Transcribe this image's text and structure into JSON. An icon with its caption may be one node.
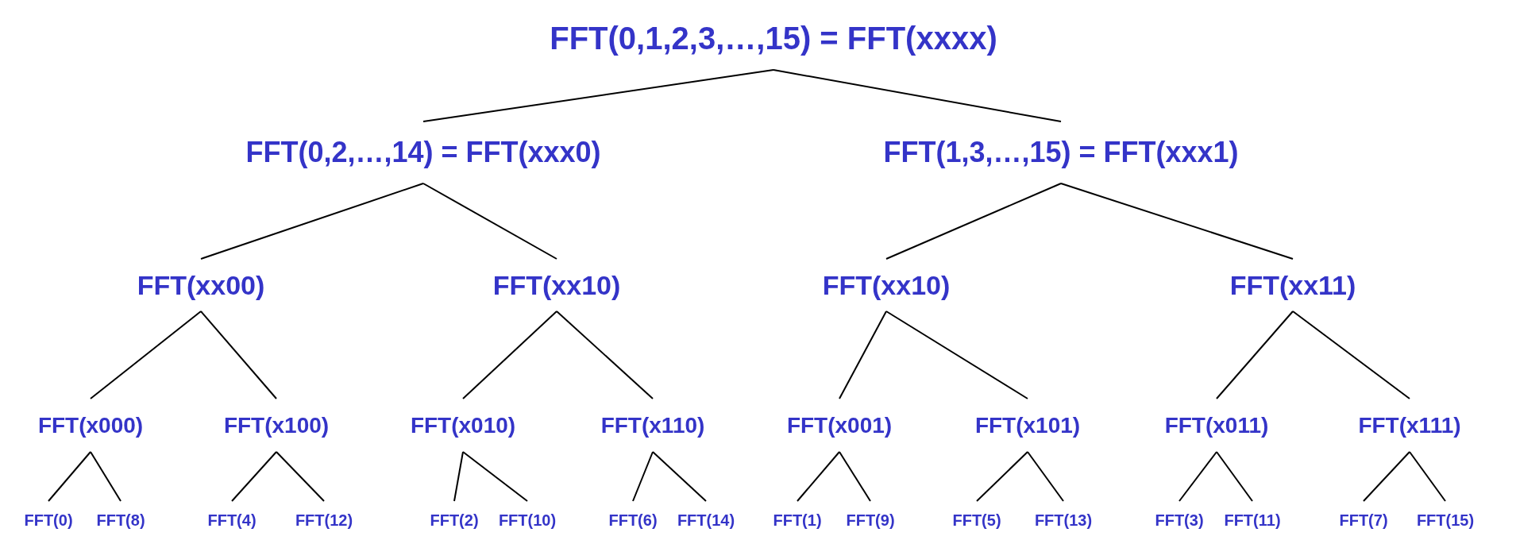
{
  "diagram": {
    "nodes": [
      {
        "text": [
          "FFT(0,1,2,3,…,15) = FFT(xxxx)"
        ]
      },
      {
        "text": [
          "FFT(0,2,…,14) = FFT(xxx0)"
        ]
      },
      {
        "text": [
          "FFT(1,3,…,15) = FFT(xxx1)"
        ]
      },
      {
        "text": [
          "FFT(xx00)"
        ]
      },
      {
        "text": [
          "FFT(xx10)"
        ]
      },
      {
        "text": [
          "FFT(xx10)"
        ]
      },
      {
        "text": [
          "FFT(xx11)"
        ]
      },
      {
        "text": [
          "FFT(x000)"
        ]
      },
      {
        "text": [
          "FFT(x100)"
        ]
      },
      {
        "text": [
          "FFT(x010)"
        ]
      },
      {
        "text": [
          "FFT(x110)"
        ]
      },
      {
        "text": [
          "FFT(x001)"
        ]
      },
      {
        "text": [
          "FFT(x101)"
        ]
      },
      {
        "text": [
          "FFT(x011)"
        ]
      },
      {
        "text": [
          "FFT(x111)"
        ]
      },
      {
        "text": [
          "FFT(0)"
        ]
      },
      {
        "text": [
          "FFT(8)"
        ]
      },
      {
        "text": [
          "FFT(4)"
        ]
      },
      {
        "text": [
          "FFT(12)"
        ]
      },
      {
        "text": [
          "FFT(2)"
        ]
      },
      {
        "text": [
          "FFT(10)"
        ]
      },
      {
        "text": [
          "FFT(6)"
        ]
      },
      {
        "text": [
          "FFT(14)"
        ]
      },
      {
        "text": [
          "FFT(1)"
        ]
      },
      {
        "text": [
          "FFT(9)"
        ]
      },
      {
        "text": [
          "FFT(5)"
        ]
      },
      {
        "text": [
          "FFT(13)"
        ]
      },
      {
        "text": [
          "FFT(3)"
        ]
      },
      {
        "text": [
          "FFT(11)"
        ]
      },
      {
        "text": [
          "FFT(7)"
        ]
      },
      {
        "text": [
          "FFT(15)"
        ]
      }
    ],
    "edges": [
      {
        "from": 0,
        "to": 1,
        "arrow": "none"
      },
      {
        "from": 0,
        "to": 2,
        "arrow": "none"
      },
      {
        "from": 1,
        "to": 3,
        "arrow": "none"
      },
      {
        "from": 1,
        "to": 4,
        "arrow": "none"
      },
      {
        "from": 2,
        "to": 5,
        "arrow": "none"
      },
      {
        "from": 2,
        "to": 6,
        "arrow": "none"
      },
      {
        "from": 3,
        "to": 7,
        "arrow": "none"
      },
      {
        "from": 3,
        "to": 8,
        "arrow": "none"
      },
      {
        "from": 4,
        "to": 9,
        "arrow": "none"
      },
      {
        "from": 4,
        "to": 10,
        "arrow": "none"
      },
      {
        "from": 5,
        "to": 11,
        "arrow": "none"
      },
      {
        "from": 5,
        "to": 12,
        "arrow": "none"
      },
      {
        "from": 6,
        "to": 13,
        "arrow": "none"
      },
      {
        "from": 6,
        "to": 14,
        "arrow": "none"
      },
      {
        "from": 7,
        "to": 15,
        "arrow": "none"
      },
      {
        "from": 7,
        "to": 16,
        "arrow": "none"
      },
      {
        "from": 8,
        "to": 17,
        "arrow": "none"
      },
      {
        "from": 8,
        "to": 18,
        "arrow": "none"
      },
      {
        "from": 9,
        "to": 19,
        "arrow": "none"
      },
      {
        "from": 9,
        "to": 20,
        "arrow": "none"
      },
      {
        "from": 10,
        "to": 21,
        "arrow": "none"
      },
      {
        "from": 10,
        "to": 22,
        "arrow": "none"
      },
      {
        "from": 11,
        "to": 23,
        "arrow": "none"
      },
      {
        "from": 11,
        "to": 24,
        "arrow": "none"
      },
      {
        "from": 12,
        "to": 25,
        "arrow": "none"
      },
      {
        "from": 12,
        "to": 26,
        "arrow": "none"
      },
      {
        "from": 13,
        "to": 27,
        "arrow": "none"
      },
      {
        "from": 13,
        "to": 28,
        "arrow": "none"
      },
      {
        "from": 14,
        "to": 29,
        "arrow": "none"
      },
      {
        "from": 14,
        "to": 30,
        "arrow": "none"
      }
    ]
  }
}
